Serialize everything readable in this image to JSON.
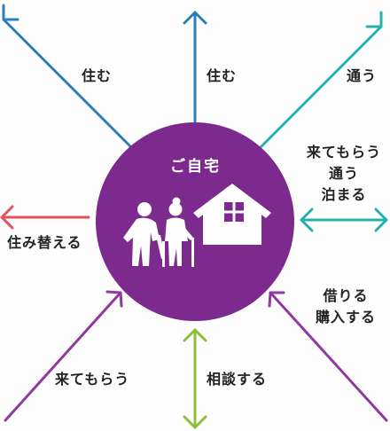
{
  "center": {
    "title": "ご自宅",
    "color": "#7d2a8e",
    "icon_color": "#ffffff",
    "icons": [
      "elderly-couple-icon",
      "house-icon"
    ]
  },
  "labels": {
    "top_left": "住む",
    "top_center": "住む",
    "top_right": "通う",
    "right_lines": [
      "来てもらう",
      "通う",
      "泊まる"
    ],
    "left": "住み替える",
    "bottom_right_lines": [
      "借りる",
      "購入する"
    ],
    "bottom_left": "来てもらう",
    "bottom_center": "相談する"
  },
  "arrow_colors": {
    "top_left": "#2c7fb8",
    "top_center": "#2c7fb8",
    "top_right": "#27b0b0",
    "right": "#27b0b0",
    "left": "#e05260",
    "bottom_left": "#8e3a9e",
    "bottom_center": "#8dbf3a",
    "bottom_right": "#8e3a9e"
  }
}
